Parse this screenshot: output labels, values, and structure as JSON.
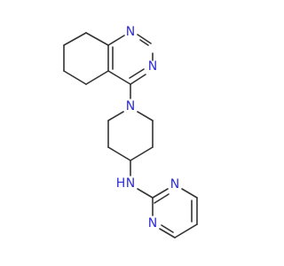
{
  "molecule": {
    "atoms": {
      "n_quin_1": "N",
      "n_quin_2": "N",
      "n_pip": "N",
      "n_amine": "N",
      "h_amine": "H",
      "n_pyr_1": "N",
      "n_pyr_2": "N"
    },
    "colors": {
      "bond": "#333333",
      "nitrogen": "#2d2dd6"
    }
  }
}
